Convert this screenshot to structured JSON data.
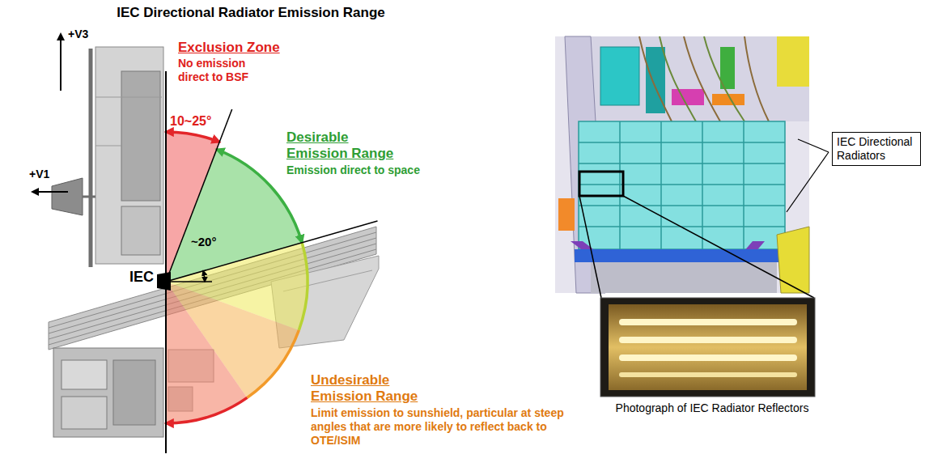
{
  "diagram": {
    "title": "IEC Directional Radiator Emission Range",
    "nodes": [
      {
        "text": [
          "IEC Directional Radiators"
        ]
      }
    ],
    "labels": [
      "+V3",
      "+V1",
      "Exclusion Zone",
      "No emission direct to BSF",
      "10~25°",
      "Desirable Emission Range",
      "Emission direct to space",
      "~20°",
      "IEC",
      "Undesirable Emission Range",
      "Limit emission to sunshield, particular at steep angles that are more likely to reflect back to OTE/ISIM",
      "Photograph of IEC Radiator Reflectors"
    ]
  }
}
